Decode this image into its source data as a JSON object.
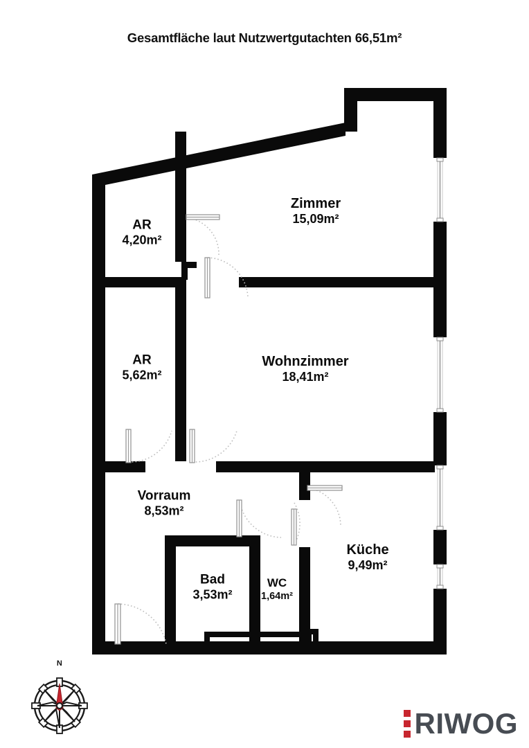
{
  "title": "Gesamtfläche laut Nutzwertgutachten 66,51m²",
  "total_area": "66,51m²",
  "rooms": [
    {
      "key": "zimmer",
      "name": "Zimmer",
      "area": "15,09m²"
    },
    {
      "key": "ar1",
      "name": "AR",
      "area": "4,20m²"
    },
    {
      "key": "ar2",
      "name": "AR",
      "area": "5,62m²"
    },
    {
      "key": "wohnzimmer",
      "name": "Wohnzimmer",
      "area": "18,41m²"
    },
    {
      "key": "vorraum",
      "name": "Vorraum",
      "area": "8,53m²"
    },
    {
      "key": "kueche",
      "name": "Küche",
      "area": "9,49m²"
    },
    {
      "key": "bad",
      "name": "Bad",
      "area": "3,53m²"
    },
    {
      "key": "wc",
      "name": "WC",
      "area": "1,64m²"
    }
  ],
  "compass": {
    "north_label": "N",
    "needle_color": "#c8262f",
    "body_color": "#1a1a1a"
  },
  "logo": {
    "wordmark": "RIWOG",
    "dot_color": "#c8262f",
    "text_color": "#474c53",
    "dot_count": 3
  },
  "colors": {
    "wall": "#0a0a0a",
    "background": "#ffffff",
    "door_leaf": "#9a9a9a",
    "swing_arc": "#b4b4b4",
    "text": "#0c0c0c",
    "accent_red": "#c8262f",
    "logo_gray": "#474c53"
  }
}
